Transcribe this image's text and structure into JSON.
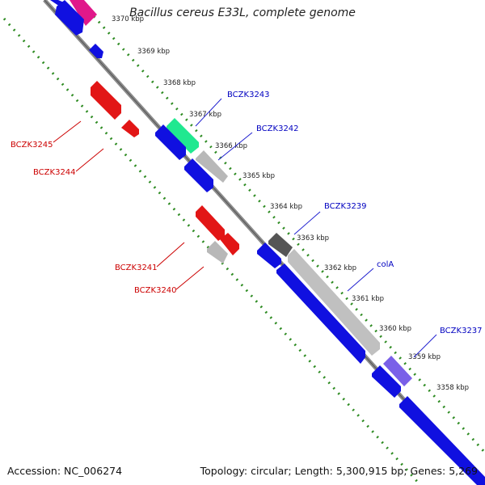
{
  "title": "Bacillus cereus E33L, complete genome",
  "footer": {
    "accession": "Accession: NC_006274",
    "summary": "Topology: circular; Length: 5,300,915 bp; Genes: 5,269"
  },
  "colors": {
    "backbone": "#8a8a8a",
    "tick": "#2e8b22",
    "forward_gene": "#1010e0",
    "reverse_gene": "#e21616",
    "label_forward": "#0000c0",
    "label_reverse": "#cc0000"
  },
  "kbp_labels": [
    "3370 kbp",
    "3369 kbp",
    "3368 kbp",
    "3367 kbp",
    "3366 kbp",
    "3365 kbp",
    "3364 kbp",
    "3363 kbp",
    "3362 kbp",
    "3361 kbp",
    "3360 kbp",
    "3359 kbp",
    "3358 kbp"
  ],
  "gene_labels": {
    "forward": [
      "BCZK3243",
      "BCZK3242",
      "BCZK3239",
      "colA",
      "BCZK3237"
    ],
    "reverse": [
      "BCZK3245",
      "BCZK3244",
      "BCZK3241",
      "BCZK3240"
    ]
  }
}
